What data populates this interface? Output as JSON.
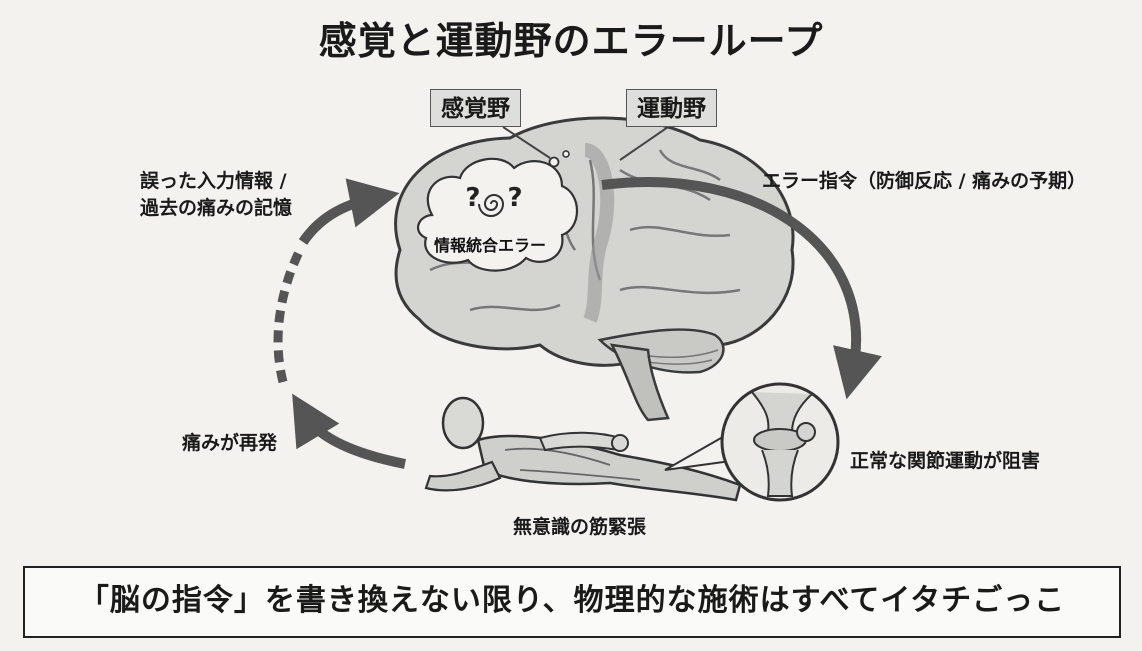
{
  "title": "感覚と運動野のエラーループ",
  "tags": {
    "sensory": "感覚野",
    "motor": "運動野"
  },
  "labels": {
    "wrong_input_line1": "誤った入力情報 /",
    "wrong_input_line2": "過去の痛みの記憶",
    "cloud_text": "情報統合エラー",
    "cloud_marks": "? ?",
    "error_command": "エラー指令（防御反応 / 痛みの予期）",
    "joint_obstructed": "正常な関節運動が阻害",
    "unconscious_tension": "無意識の筋緊張",
    "pain_recurs": "痛みが再発"
  },
  "banner": "「脳の指令」を書き換えない限り、物理的な施術はすべてイタチごっこ",
  "colors": {
    "background": "#f3f2ef",
    "ink": "#1a1a1a",
    "tag_fill": "#dededb",
    "arrow": "#555555"
  }
}
